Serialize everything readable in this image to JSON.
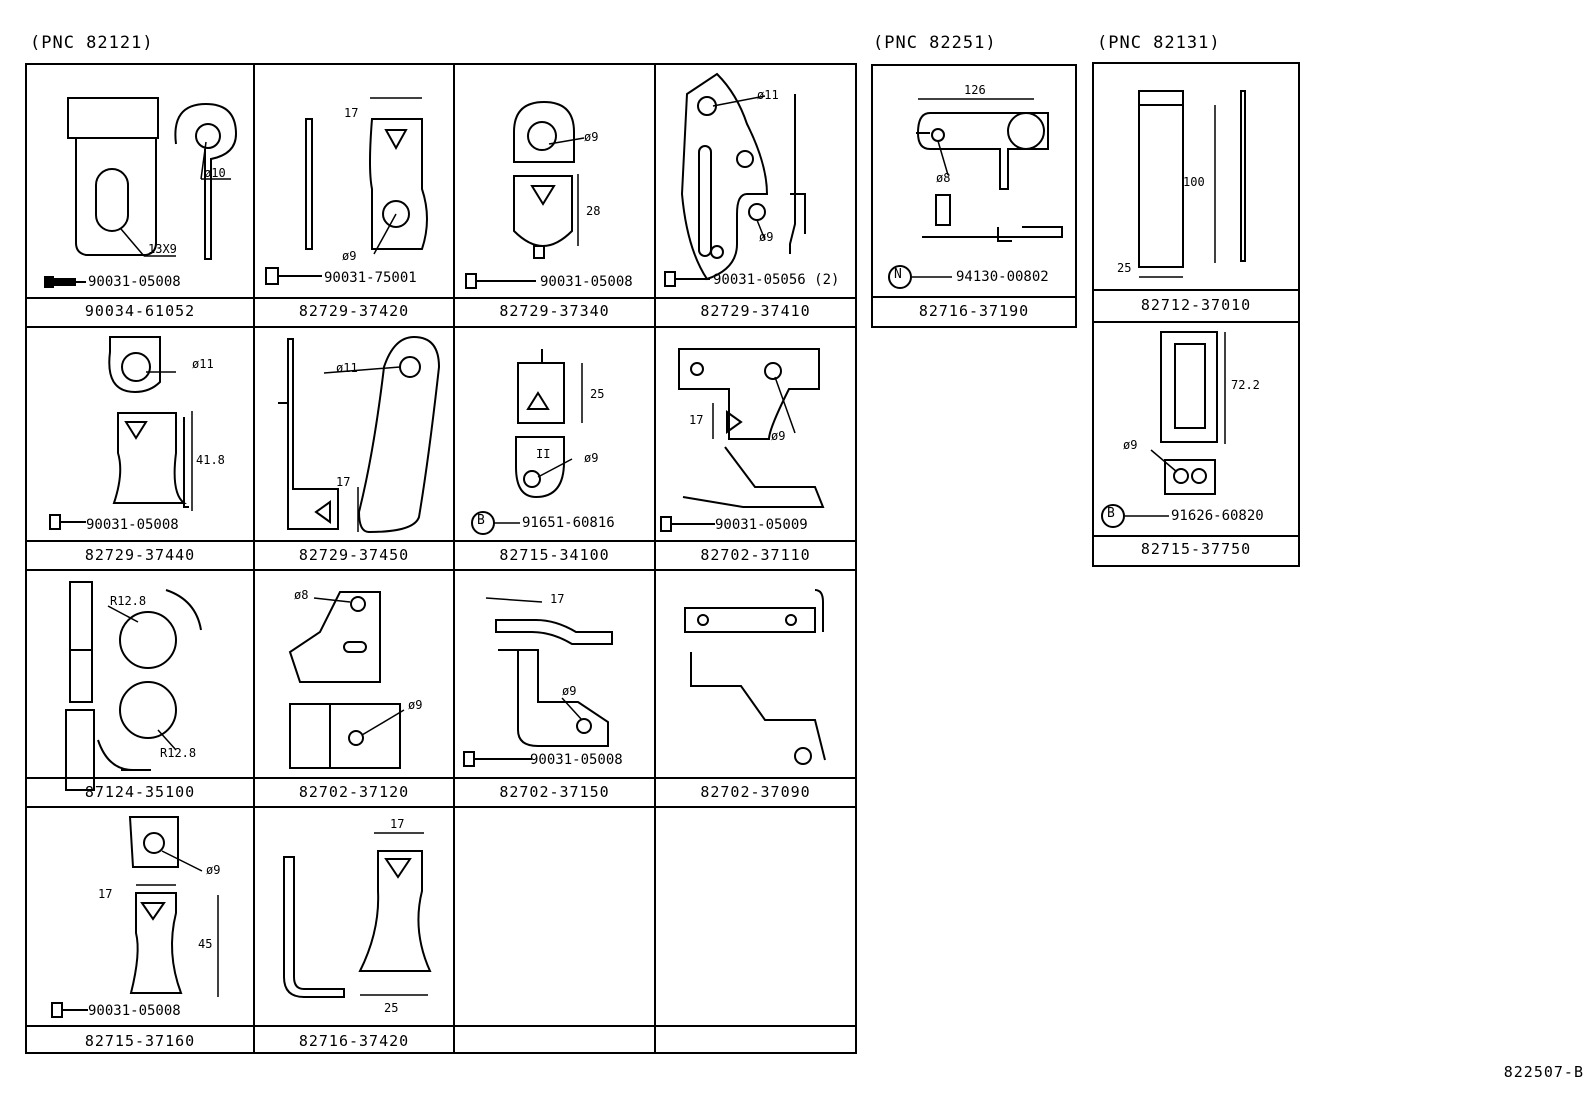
{
  "groups": [
    {
      "pnc": "(PNC  82121)"
    },
    {
      "pnc": "(PNC  82251)"
    },
    {
      "pnc": "(PNC  82131)"
    }
  ],
  "cells": [
    {
      "part": "90034-61052",
      "bolt": "90031-05008",
      "dims": [
        "13X9",
        "ø10"
      ]
    },
    {
      "part": "82729-37420",
      "bolt": "90031-75001",
      "dims": [
        "17",
        "ø9"
      ]
    },
    {
      "part": "82729-37340",
      "bolt": "90031-05008",
      "dims": [
        "ø9",
        "28"
      ]
    },
    {
      "part": "82729-37410",
      "bolt": "90031-05056 (2)",
      "dims": [
        "ø11",
        "ø9"
      ]
    },
    {
      "part": "82729-37440",
      "bolt": "90031-05008",
      "dims": [
        "ø11",
        "41.8"
      ]
    },
    {
      "part": "82729-37450",
      "bolt": "",
      "dims": [
        "ø11",
        "17"
      ]
    },
    {
      "part": "82715-34100",
      "bolt": "91651-60816",
      "marker": "B",
      "dims": [
        "25",
        "ø9",
        "II"
      ]
    },
    {
      "part": "82702-37110",
      "bolt": "90031-05009",
      "dims": [
        "17",
        "ø9"
      ]
    },
    {
      "part": "87124-35100",
      "bolt": "",
      "dims": [
        "R12.8",
        "R12.8"
      ]
    },
    {
      "part": "82702-37120",
      "bolt": "",
      "dims": [
        "ø8",
        "ø9"
      ]
    },
    {
      "part": "82702-37150",
      "bolt": "90031-05008",
      "dims": [
        "17",
        "ø9"
      ]
    },
    {
      "part": "82702-37090",
      "bolt": "",
      "dims": []
    },
    {
      "part": "82715-37160",
      "bolt": "90031-05008",
      "dims": [
        "ø9",
        "17",
        "45"
      ]
    },
    {
      "part": "82716-37420",
      "bolt": "",
      "dims": [
        "17",
        "25"
      ]
    },
    {
      "part": "82716-37190",
      "bolt": "94130-00802",
      "marker": "N",
      "dims": [
        "126",
        "ø8"
      ]
    },
    {
      "part": "82712-37010",
      "bolt": "",
      "dims": [
        "100",
        "25"
      ]
    },
    {
      "part": "82715-37750",
      "bolt": "91626-60820",
      "marker": "B",
      "dims": [
        "72.2",
        "ø9"
      ]
    }
  ],
  "reference": "822507-B"
}
